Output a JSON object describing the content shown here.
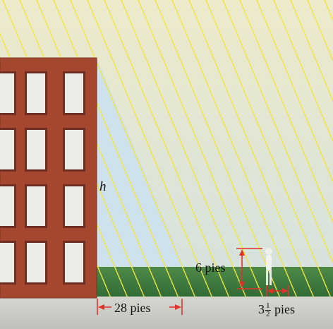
{
  "labels": {
    "building_height": "h",
    "person_height": "6 pies",
    "building_to_person_distance": "28 pies",
    "shadow_whole": "3",
    "shadow_frac_num": "1",
    "shadow_frac_den": "2",
    "shadow_unit": "pies"
  },
  "colors": {
    "sky_top": "#ece9c8",
    "sky_bottom": "#d3e3e7",
    "shadow_region": "#cfe4ee",
    "sun_rays": "#f2e43c",
    "brick": "#a6482f",
    "window": "#ecebe8",
    "grass": "#3f7a3e",
    "ground": "#c9ccc4",
    "arrow": "#e0322b"
  }
}
